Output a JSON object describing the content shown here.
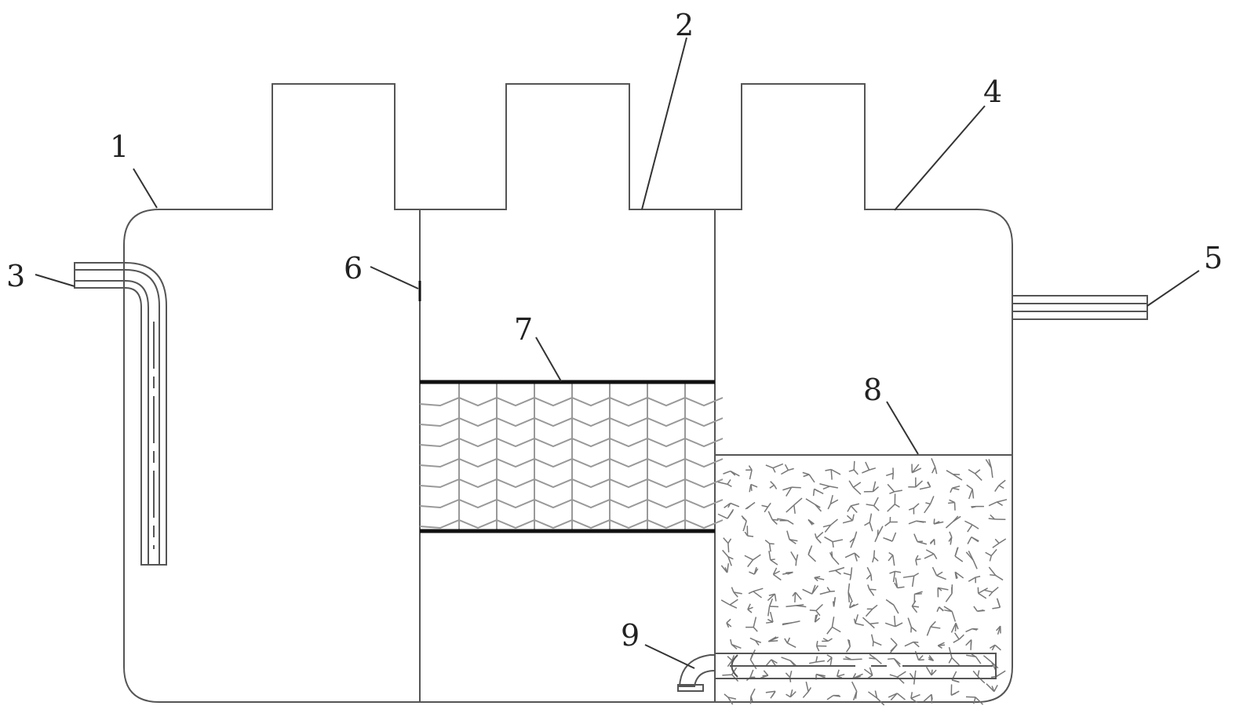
{
  "labels": {
    "tank": "1",
    "partition_top": "2",
    "inlet_pipe": "3",
    "tank_top": "4",
    "outlet_pipe": "5",
    "partition_hole": "6",
    "filler_layer": "7",
    "media_layer": "8",
    "bottom_pipe": "9"
  }
}
